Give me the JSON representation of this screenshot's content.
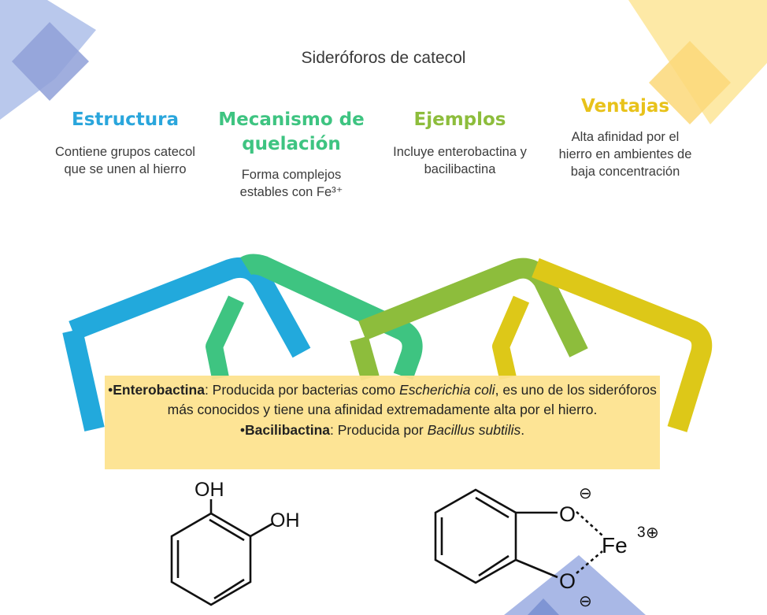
{
  "title": "Sideróforos de catecol",
  "cards": [
    {
      "heading": "Estructura",
      "body": "Contiene grupos catecol que se unen al hierro",
      "color": "#2aa6dc"
    },
    {
      "heading": "Mecanismo de quelación",
      "body": "Forma complejos estables con Fe³⁺",
      "color": "#3ec481"
    },
    {
      "heading": "Ejemplos",
      "body": "Incluye enterobactina y bacilibactina",
      "color": "#8dbd3c"
    },
    {
      "heading": "Ventajas",
      "body": "Alta afinidad por el hierro en ambientes de baja concentración",
      "color": "#e8c21a"
    }
  ],
  "callout": {
    "line1": {
      "bullet": "•",
      "term": "Enterobactina",
      "text_a": ": Producida por bacterias como ",
      "species": "Escherichia coli",
      "text_b": ", es uno de los sideróforos más conocidos y tiene una afinidad extremadamente alta por el hierro."
    },
    "line2": {
      "bullet": "•",
      "term": "Bacilibactina",
      "text_a": ": Producida por ",
      "species": "Bacillus subtilis",
      "text_b": "."
    }
  },
  "structures": {
    "catechol": {
      "oh_top": "OH",
      "oh_right": "OH"
    },
    "complex": {
      "o_top": "O",
      "o_bottom": "O",
      "metal": "Fe",
      "charge": "3",
      "plus": "⊕",
      "minus": "⊖"
    }
  },
  "colors": {
    "blue_link": "#22a9dc",
    "green_link": "#3ec481",
    "lime_link": "#8dbd3c",
    "yellow_link": "#ddc818",
    "callout_bg": "#fde28d",
    "deco_blue": "#8fa8dc",
    "deco_yellow": "#fde28d"
  }
}
